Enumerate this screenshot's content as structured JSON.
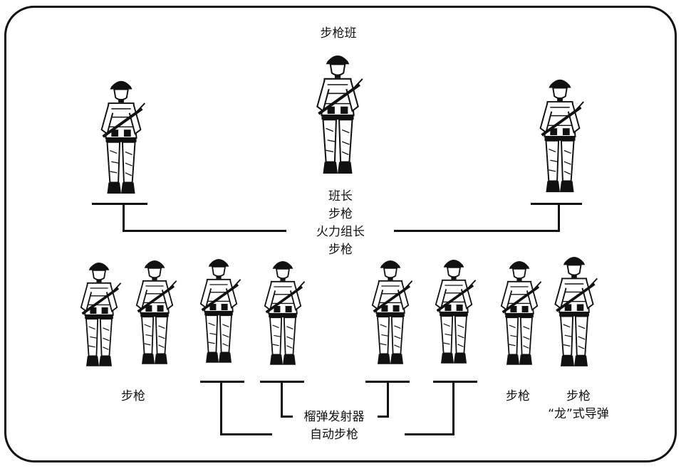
{
  "diagram": {
    "title": "步枪班",
    "leader_block": [
      "班长",
      "步枪",
      "火力组长",
      "步枪"
    ],
    "left_team_rifle": "步枪",
    "grenade_auto_block": [
      "榴弹发射器",
      "自动步枪"
    ],
    "right_team_rifle": "步枪",
    "right_team_missile_block": [
      "步枪",
      "“龙”式导弹"
    ]
  },
  "colors": {
    "ink": "#111111",
    "paper": "#ffffff"
  },
  "icons": [
    "soldier-figure"
  ]
}
